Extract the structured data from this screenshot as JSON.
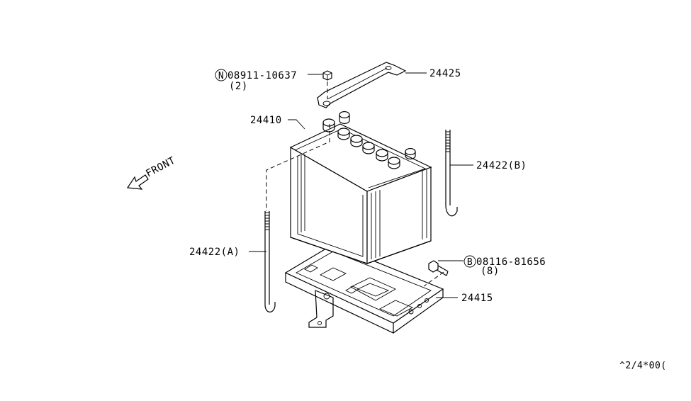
{
  "diagram": {
    "parts": [
      {
        "id": "nut",
        "number": "08911-10637",
        "prefix": "N",
        "qty": "(2)"
      },
      {
        "id": "bracket",
        "number": "24425"
      },
      {
        "id": "battery",
        "number": "24410"
      },
      {
        "id": "rod_b",
        "number": "24422(B)"
      },
      {
        "id": "rod_a",
        "number": "24422(A)"
      },
      {
        "id": "bolt",
        "number": "08116-81656",
        "prefix": "B",
        "qty": "(8)"
      },
      {
        "id": "tray",
        "number": "24415"
      }
    ],
    "direction_label": "FRONT",
    "footer_code": "^2/4*00("
  }
}
